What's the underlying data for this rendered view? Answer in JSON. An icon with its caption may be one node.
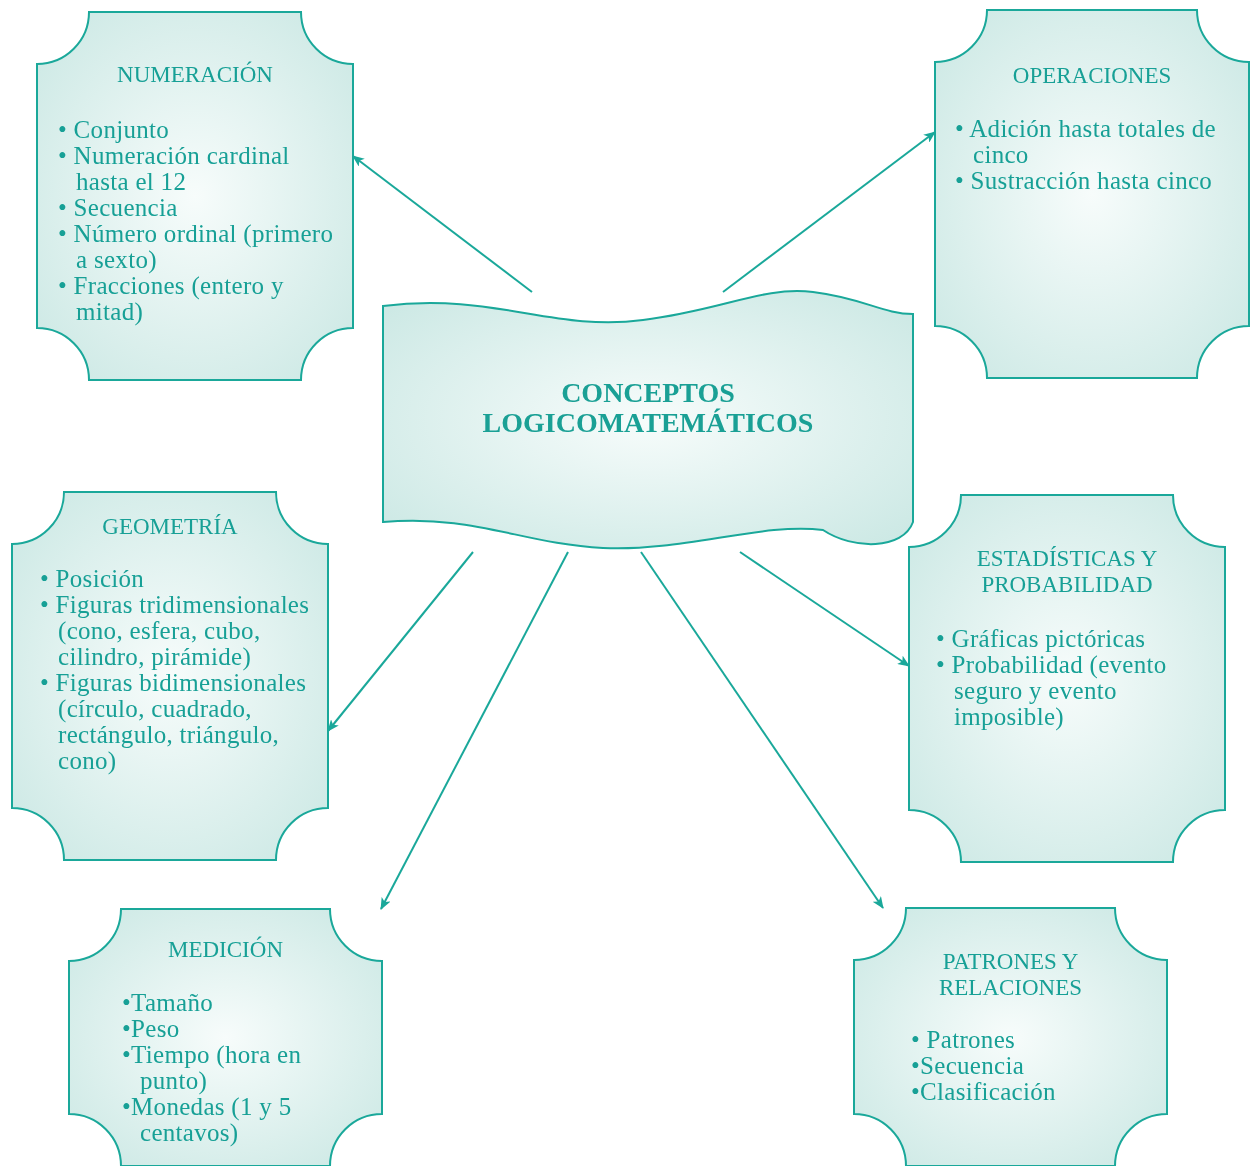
{
  "diagram": {
    "nodes": [
      {
        "text": [
          "NUMERACIÓN",
          "• Conjunto",
          "• Numeración cardinal hasta el 12",
          "• Secuencia",
          "• Número ordinal (primero a sexto)",
          "• Fracciones (entero y mitad)"
        ]
      },
      {
        "text": [
          "OPERACIONES",
          "• Adición hasta totales de cinco",
          "• Sustracción hasta cinco"
        ]
      },
      {
        "text": [
          "CONCEPTOS LOGICOMATEMÁTICOS"
        ]
      },
      {
        "text": [
          "GEOMETRÍA",
          "• Posición",
          "• Figuras tridimensionales (cono, esfera, cubo, cilindro, pirámide)",
          "• Figuras bidimensionales (círculo, cuadrado, rectángulo, triángulo, cono)"
        ]
      },
      {
        "text": [
          "ESTADÍSTICAS Y PROBABILIDAD",
          "• Gráficas pictóricas",
          "• Probabilidad (evento seguro y evento imposible)"
        ]
      },
      {
        "text": [
          "MEDICIÓN",
          "•Tamaño",
          "•Peso",
          "•Tiempo (hora en punto)",
          "•Monedas (1 y 5 centavos)"
        ]
      },
      {
        "text": [
          "PATRONES Y RELACIONES",
          "• Patrones",
          "•Secuencia",
          "•Clasificación"
        ]
      }
    ],
    "edges": [
      {
        "from": 2,
        "to": 0,
        "arrow": "to"
      },
      {
        "from": 2,
        "to": 1,
        "arrow": "to"
      },
      {
        "from": 2,
        "to": 3,
        "arrow": "to"
      },
      {
        "from": 2,
        "to": 4,
        "arrow": "to"
      },
      {
        "from": 2,
        "to": 5,
        "arrow": "to"
      },
      {
        "from": 2,
        "to": 6,
        "arrow": "to"
      }
    ]
  }
}
